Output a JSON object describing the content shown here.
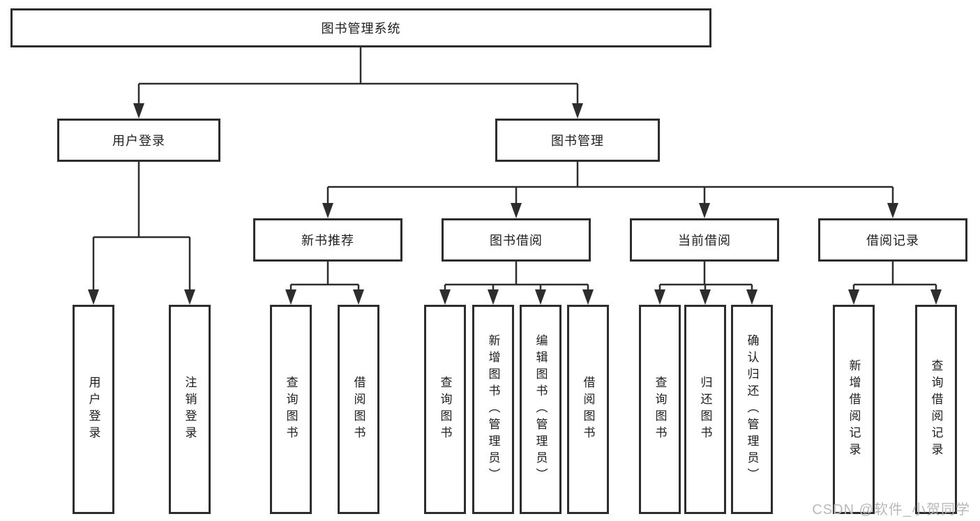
{
  "diagram": {
    "kind": "functional-structure-chart",
    "watermark": "CSDN @软件_小贺同学",
    "colors": {
      "line": "#2d2d2d",
      "box_border": "#2d2d2d",
      "text": "#1e1e1e",
      "watermark": "#b9b9b9",
      "background": "#ffffff"
    }
  },
  "tree": {
    "label": "图书管理系统",
    "children": [
      {
        "label": "用户登录",
        "children": [
          {
            "label": "用户登录"
          },
          {
            "label": "注销登录"
          }
        ]
      },
      {
        "label": "图书管理",
        "children": [
          {
            "label": "新书推荐",
            "children": [
              {
                "label": "查询图书"
              },
              {
                "label": "借阅图书"
              }
            ]
          },
          {
            "label": "图书借阅",
            "children": [
              {
                "label": "查询图书"
              },
              {
                "label": "新增图书（管理员）"
              },
              {
                "label": "编辑图书（管理员）"
              },
              {
                "label": "借阅图书"
              }
            ]
          },
          {
            "label": "当前借阅",
            "children": [
              {
                "label": "查询图书"
              },
              {
                "label": "归还图书"
              },
              {
                "label": "确认归还（管理员）"
              }
            ]
          },
          {
            "label": "借阅记录",
            "children": [
              {
                "label": "新增借阅记录"
              },
              {
                "label": "查询借阅记录"
              }
            ]
          }
        ]
      }
    ]
  }
}
